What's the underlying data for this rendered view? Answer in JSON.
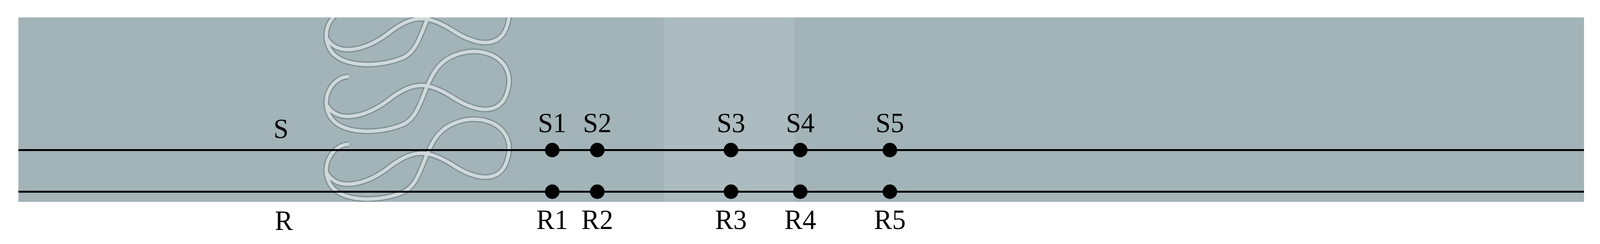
{
  "diagram": {
    "labels": [
      "S",
      "R",
      "S1",
      "S2",
      "S3",
      "S4",
      "S5",
      "R1",
      "R2",
      "R3",
      "R4",
      "R5"
    ]
  }
}
